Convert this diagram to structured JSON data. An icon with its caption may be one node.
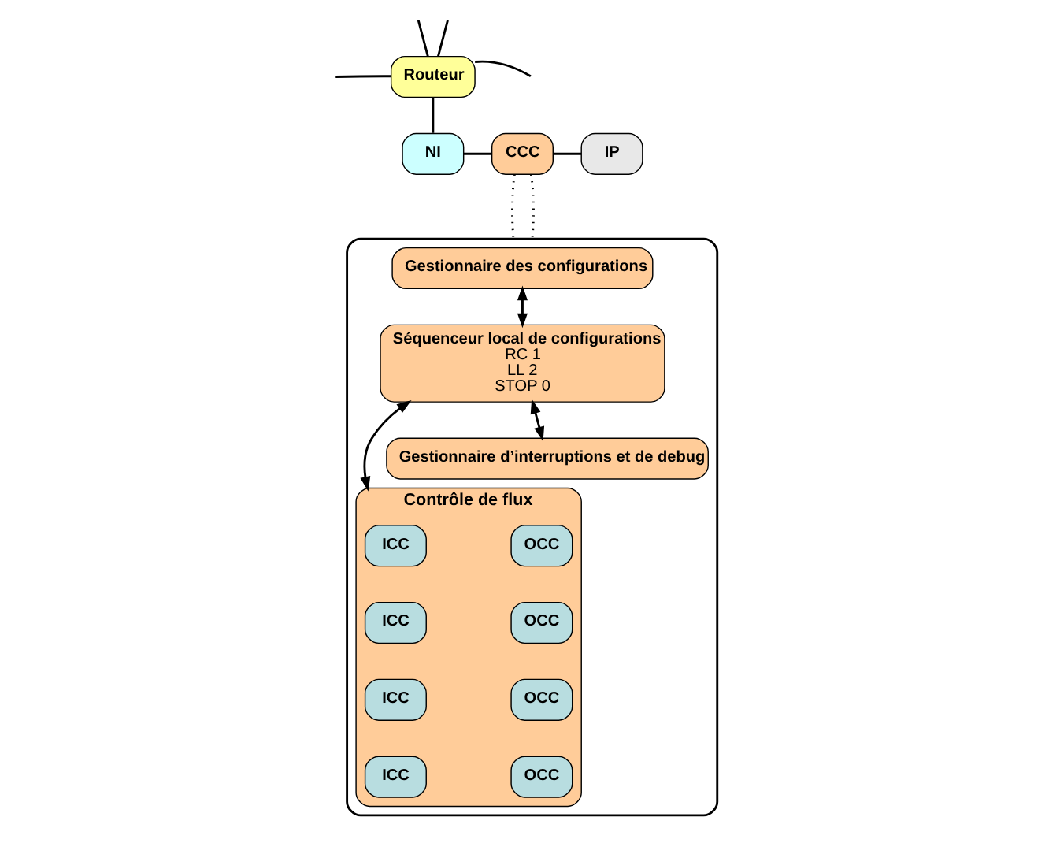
{
  "diagram": {
    "nodes": [
      {
        "text": [
          "NI"
        ]
      },
      {
        "text": [
          "CCC"
        ]
      },
      {
        "text": [
          "IP"
        ]
      },
      {
        "text": [
          "Routeur"
        ]
      },
      {
        "text": [],
        "shape": "box"
      },
      {
        "text": [
          "Gestionnaire des configurations"
        ],
        "in": 4
      },
      {
        "text": [
          "Séquenceur local de configurations",
          "RC 1",
          "LL 2",
          "STOP 0"
        ],
        "in": 4
      },
      {
        "text": [
          "Contrôle de flux"
        ],
        "in": 4
      },
      {
        "text": [
          "ICC"
        ],
        "in": 7
      },
      {
        "text": [
          "OCC"
        ],
        "in": 7
      },
      {
        "text": [
          "ICC"
        ],
        "in": 7
      },
      {
        "text": [
          "OCC"
        ],
        "in": 7
      },
      {
        "text": [
          "ICC"
        ],
        "in": 7
      },
      {
        "text": [
          "OCC"
        ],
        "in": 7
      },
      {
        "text": [
          "ICC"
        ],
        "in": 7
      },
      {
        "text": [
          "OCC"
        ],
        "in": 7
      },
      {
        "text": [
          "Gestionnaire d’interruptions et de debug"
        ],
        "in": 4
      }
    ],
    "edges": [
      {
        "from": 0,
        "to": 1,
        "arrow": "none"
      },
      {
        "from": 1,
        "to": 2,
        "arrow": "none"
      },
      {
        "from": 3,
        "to": 0,
        "arrow": "none"
      },
      {
        "from": 1,
        "to": 4,
        "arrow": "none",
        "style": "dashed"
      },
      {
        "from": 1,
        "to": 4,
        "arrow": "none",
        "style": "dashed"
      },
      {
        "from": null,
        "to": 3,
        "arrow": "none"
      },
      {
        "from": null,
        "to": 3,
        "arrow": "none"
      },
      {
        "from": 3,
        "to": null,
        "arrow": "none"
      },
      {
        "from": 3,
        "to": null,
        "arrow": "none"
      },
      {
        "from": 5,
        "to": 6,
        "arrow": "both"
      },
      {
        "from": 6,
        "to": 7,
        "arrow": "both"
      },
      {
        "from": 6,
        "to": 16,
        "arrow": "both"
      }
    ]
  }
}
